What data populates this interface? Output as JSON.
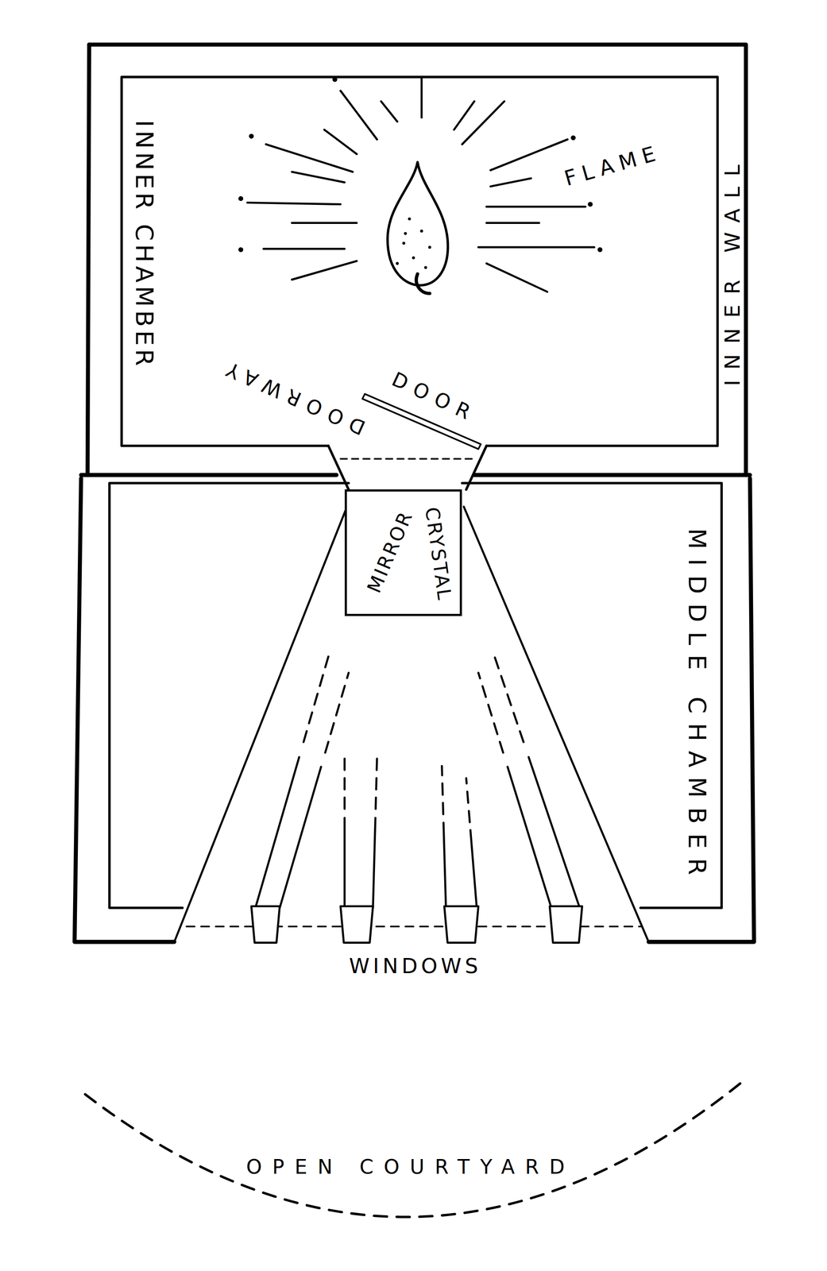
{
  "diagram": {
    "nodes": [
      {
        "text": [
          "INNER CHAMBER"
        ]
      },
      {
        "text": [
          "MIDDLE CHAMBER"
        ]
      },
      {
        "text": [
          "MIRROR",
          "CRYSTAL"
        ],
        "in": 1
      }
    ],
    "labels": [
      "FLAME",
      "INNER WALL",
      "DOORWAY",
      "DOOR",
      "WINDOWS",
      "OPEN COURTYARD"
    ]
  }
}
